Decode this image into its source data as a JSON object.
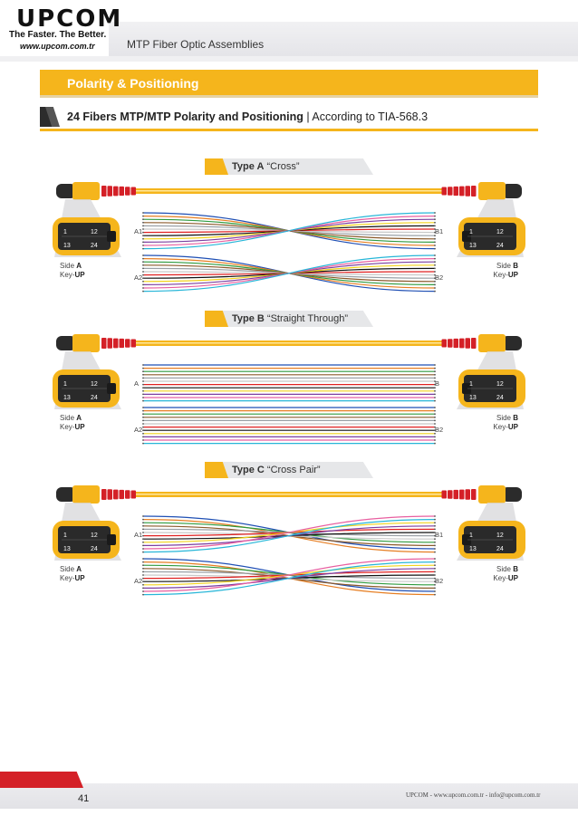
{
  "header": {
    "logo": "UPCOM",
    "tagline": "The Faster. The Better.",
    "website": "www.upcom.com.tr",
    "document_title": "MTP Fiber Optic Assemblies"
  },
  "section": {
    "title": "Polarity & Positioning",
    "subtitle_bold": "24 Fibers MTP/MTP Polarity and Positioning",
    "subtitle_rest": " | According to TIA-568.3"
  },
  "colors": {
    "accent": "#f5b51c",
    "red": "#d42027",
    "fibers": [
      "#1f4fb4",
      "#e67e22",
      "#2e9a3e",
      "#8b5a2b",
      "#9aa0a6",
      "#ffffff",
      "#e02020",
      "#111111",
      "#f2d31b",
      "#7b3fa0",
      "#e85fa0",
      "#27b6d8"
    ]
  },
  "connector_labels": {
    "top": [
      "1",
      "12"
    ],
    "bottom": [
      "13",
      "24"
    ]
  },
  "diagrams": [
    {
      "type_bold": "Type A",
      "type_rest": " “Cross”",
      "left_labels": [
        "A1",
        "A2"
      ],
      "right_labels": [
        "B1",
        "B2"
      ],
      "side_a": {
        "prefix": "Side ",
        "letter": "A",
        "key_prefix": "Key-",
        "key": "UP"
      },
      "side_b": {
        "prefix": "Side ",
        "letter": "B",
        "key_prefix": "Key-",
        "key": "UP"
      }
    },
    {
      "type_bold": "Type B",
      "type_rest": " “Straight Through”",
      "left_labels": [
        "A",
        "A2"
      ],
      "right_labels": [
        "B",
        "B2"
      ],
      "side_a": {
        "prefix": "Side ",
        "letter": "A",
        "key_prefix": "Key-",
        "key": "UP"
      },
      "side_b": {
        "prefix": "Side ",
        "letter": "B",
        "key_prefix": "Key-",
        "key": "UP"
      }
    },
    {
      "type_bold": "Type C",
      "type_rest": " “Cross Pair”",
      "left_labels": [
        "A1",
        "A2"
      ],
      "right_labels": [
        "B1",
        "B2"
      ],
      "side_a": {
        "prefix": "Side ",
        "letter": "A",
        "key_prefix": "Key-",
        "key": "UP"
      },
      "side_b": {
        "prefix": "Side ",
        "letter": "B",
        "key_prefix": "Key-",
        "key": "UP"
      }
    }
  ],
  "footer": {
    "page_number": "41",
    "contact": "UPCOM - www.upcom.com.tr - info@upcom.com.tr"
  }
}
